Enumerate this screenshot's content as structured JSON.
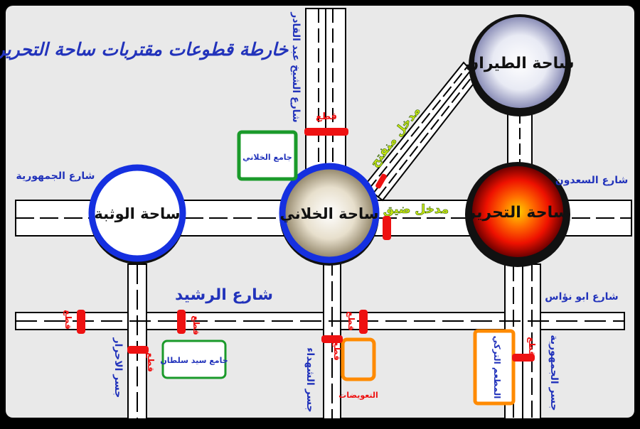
{
  "title": "خارطة قطوعات مقتربات ساحة التحرير",
  "squares": {
    "wathba": "ساحة الوثبة",
    "khilani": "ساحة الخلاني",
    "tahrir": "ساحة التحرير",
    "tayaran": "ساحة الطيران"
  },
  "streets": {
    "shaikh_abdulqadir": "شارع الشيخ عبد القادر",
    "jumhuriya": "شارع الجمهورية",
    "saadoun": "شارع السعدون",
    "rasheed": "شارع الرشيد",
    "abu_nuwas": "شارع ابو نؤاس",
    "ahrar_bridge": "جسر الاحرار",
    "shuhada_bridge": "جسر الشهداء",
    "jumhuriya_bridge": "جسر الجمهورية"
  },
  "landmarks": {
    "khilani_mosque": "جامع الخلاني",
    "sayed_sultan_mosque": "جامع سيد سلطان",
    "taawidat": "التعويضات",
    "turkish_restaurant": "المطعم التركي"
  },
  "entrances": {
    "open": "مدخل منفتح",
    "narrow": "مدخل ضيق"
  },
  "closure_label": "قطع",
  "colors": {
    "background": "#e9e9e9",
    "road": "#ffffff",
    "road_line": "#000000",
    "text_blue": "#2233bb",
    "closure": "#ee1111",
    "entrance_green": "#c8e814",
    "wathba_ring": "#1530e0",
    "khilani_ring": "#1530e0",
    "tahrir_core": "#ff2200",
    "tayaran_core": "#ffffff",
    "mosque_box": "#1a9a2a",
    "landmark_box_orange": "#ff8a00"
  }
}
